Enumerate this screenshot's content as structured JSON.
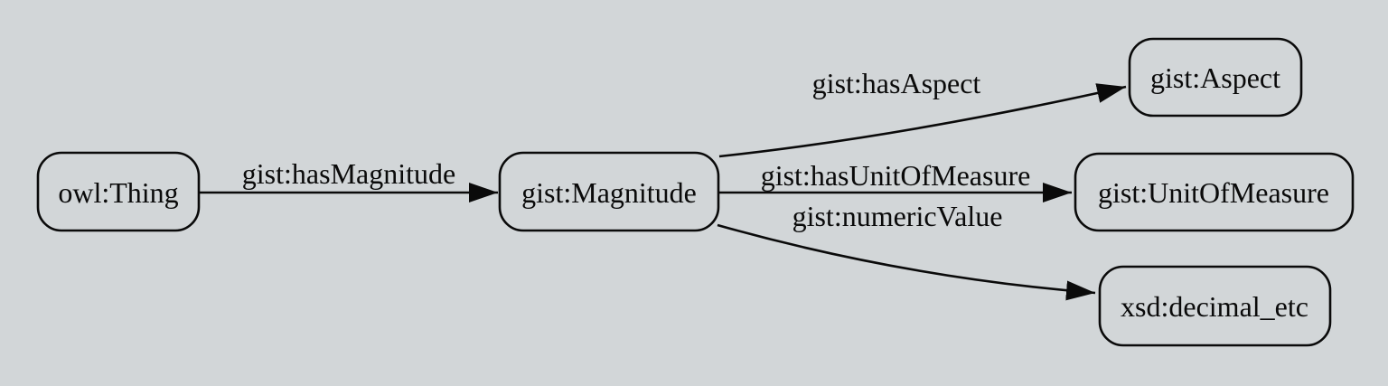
{
  "graph": {
    "background_color": "#d2d6d8",
    "stroke_color": "#0a0a0a",
    "text_color": "#0a0a0a",
    "nodes": [
      {
        "id": "owl-thing",
        "label": "owl:Thing"
      },
      {
        "id": "gist-magnitude",
        "label": "gist:Magnitude"
      },
      {
        "id": "gist-aspect",
        "label": "gist:Aspect"
      },
      {
        "id": "gist-unit-of-measure",
        "label": "gist:UnitOfMeasure"
      },
      {
        "id": "xsd-decimal-etc",
        "label": "xsd:decimal_etc"
      }
    ],
    "edges": [
      {
        "label": "gist:hasMagnitude",
        "from": "owl:Thing",
        "to": "gist:Magnitude"
      },
      {
        "label": "gist:hasAspect",
        "from": "gist:Magnitude",
        "to": "gist:Aspect"
      },
      {
        "label": "gist:hasUnitOfMeasure",
        "from": "gist:Magnitude",
        "to": "gist:UnitOfMeasure"
      },
      {
        "label": "gist:numericValue",
        "from": "gist:Magnitude",
        "to": "xsd:decimal_etc"
      }
    ]
  }
}
